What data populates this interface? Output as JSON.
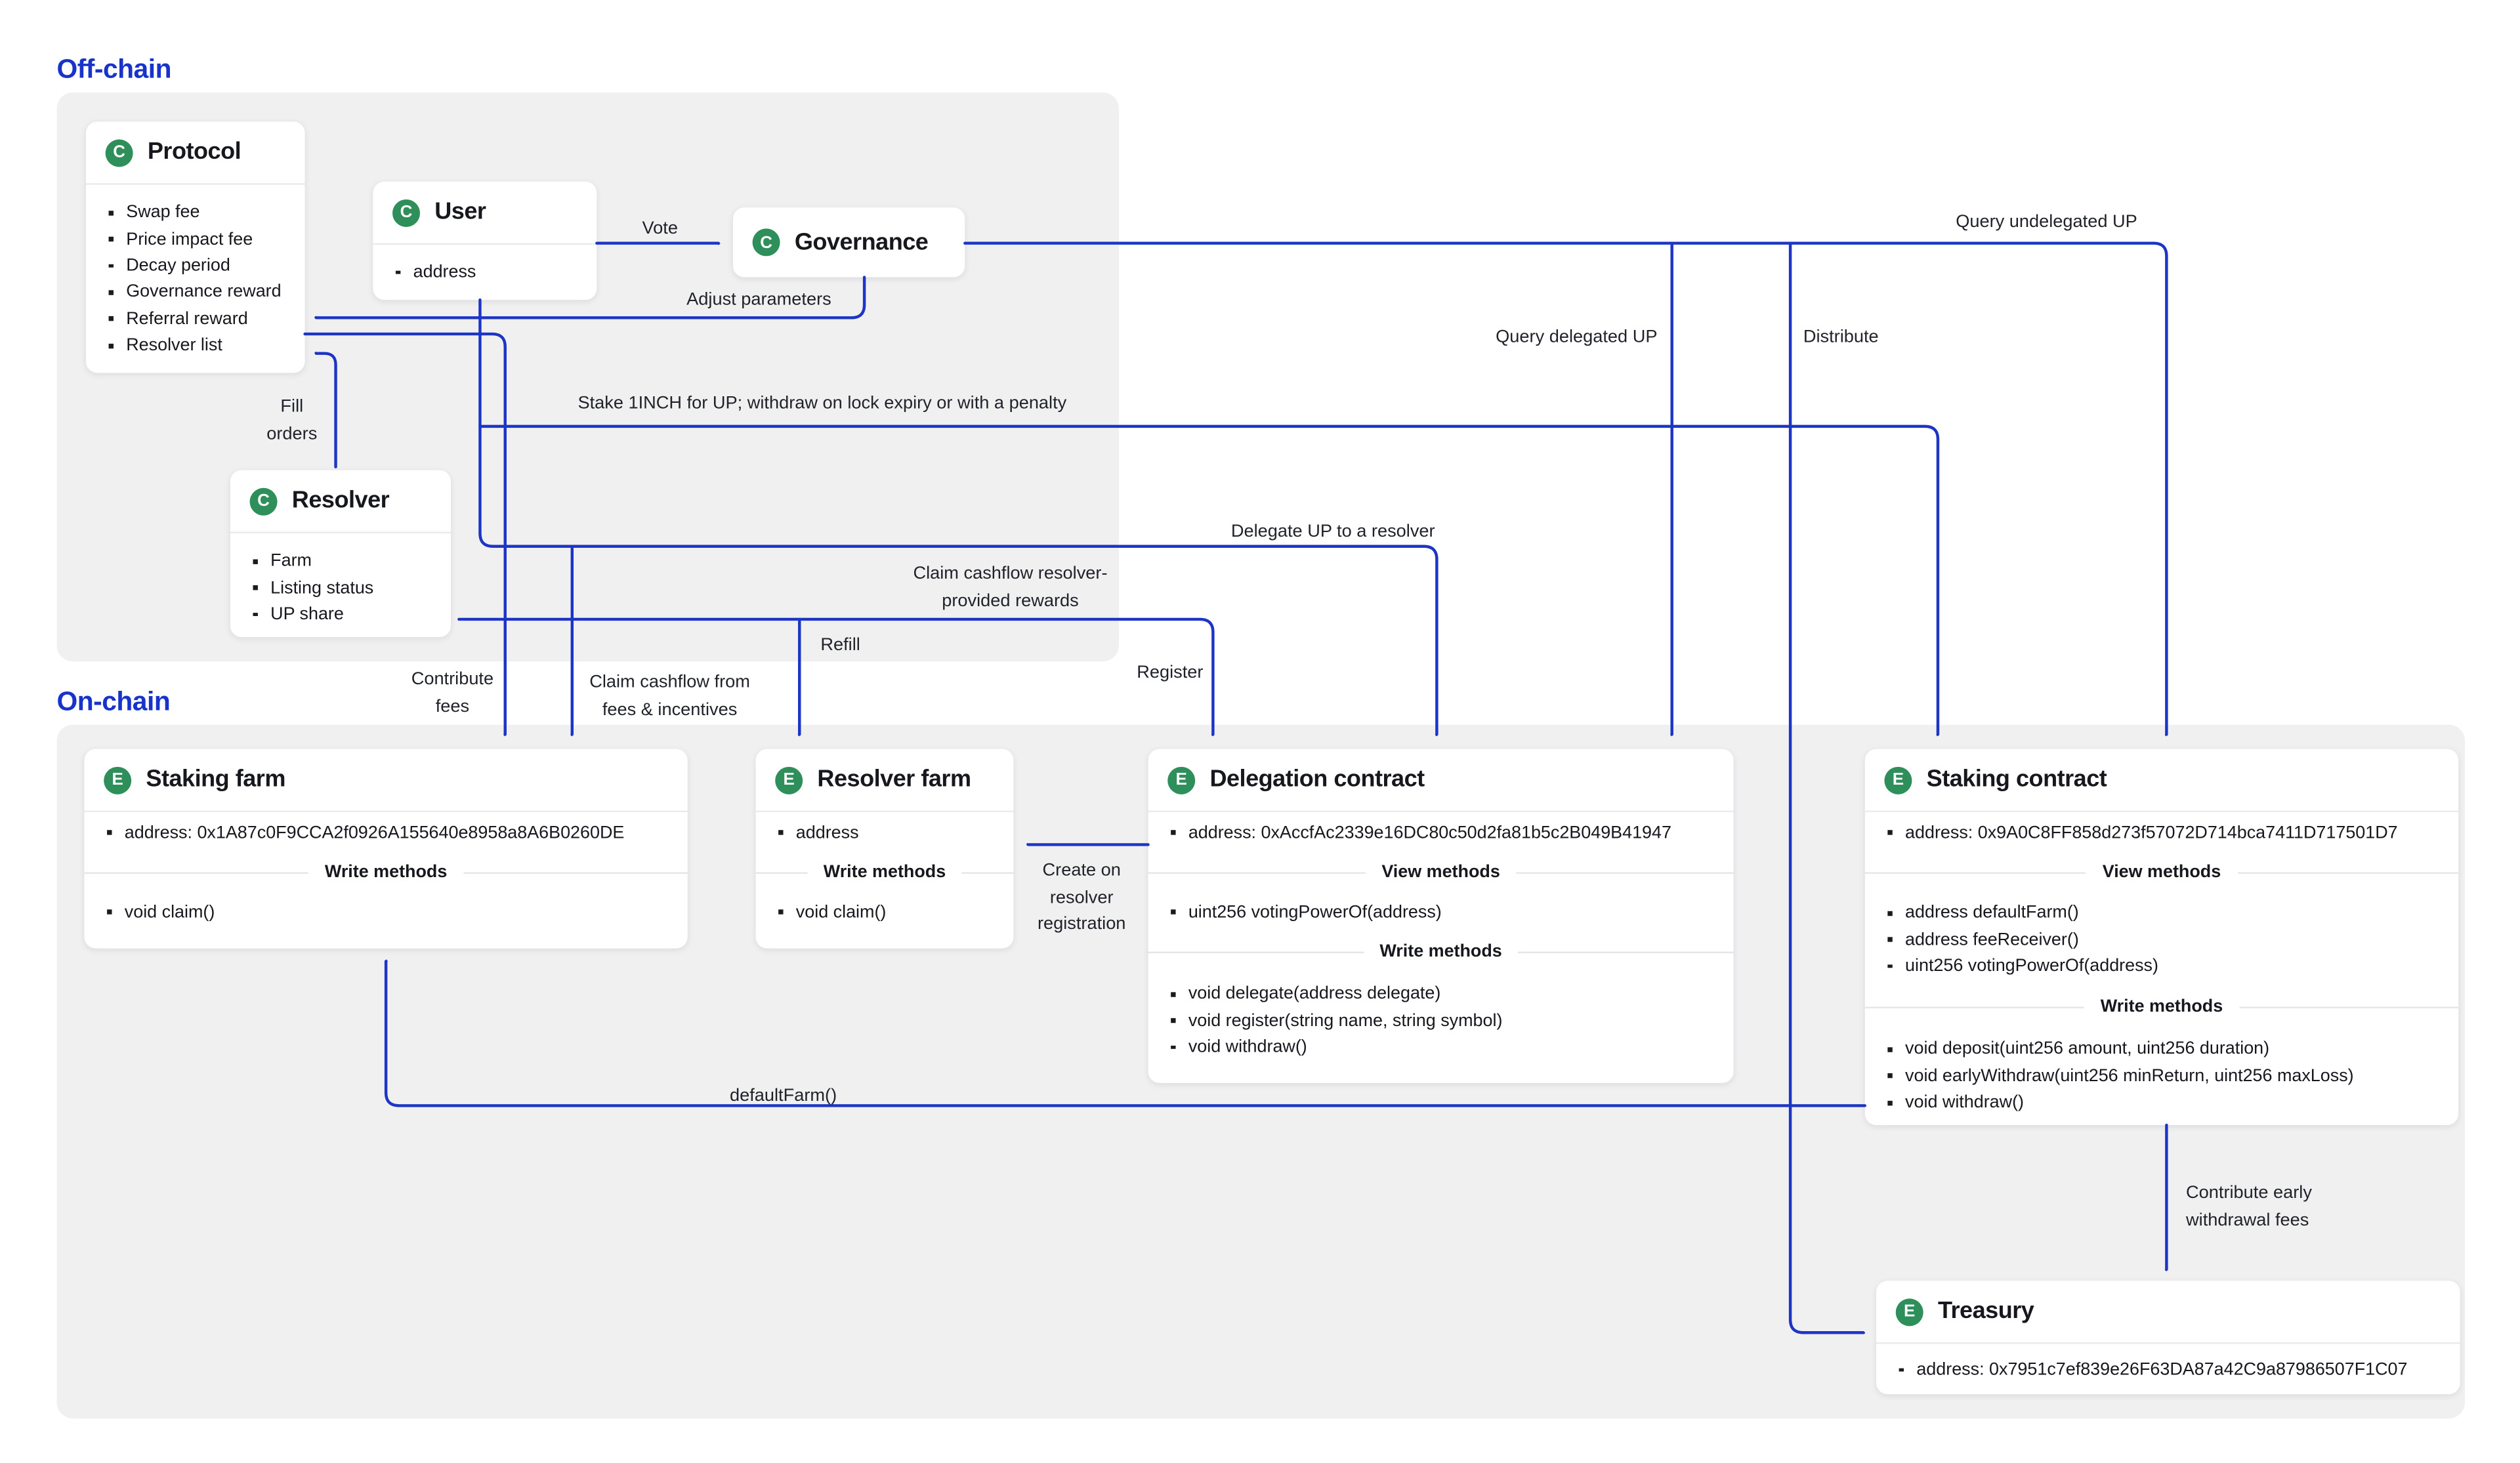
{
  "page": {
    "offchain_label": "Off-chain",
    "onchain_label": "On-chain"
  },
  "colors": {
    "accent": "#1733c9",
    "line": "#1d35c4",
    "green": "#2f8f5b",
    "panel": "#f0f0f1"
  },
  "nodes": {
    "protocol": {
      "icon": "C",
      "title": "Protocol",
      "items": [
        "Swap fee",
        "Price impact fee",
        "Decay period",
        "Governance reward",
        "Referral reward",
        "Resolver list"
      ]
    },
    "user": {
      "icon": "C",
      "title": "User",
      "items": [
        "address"
      ]
    },
    "governance": {
      "icon": "C",
      "title": "Governance"
    },
    "resolver": {
      "icon": "C",
      "title": "Resolver",
      "items": [
        "Farm",
        "Listing status",
        "UP share"
      ]
    },
    "staking_farm": {
      "icon": "E",
      "title": "Staking farm",
      "address_item": "address: 0x1A87c0F9CCA2f0926A155640e8958a8A6B0260DE",
      "write_methods_label": "Write methods",
      "write_methods": [
        "void claim()"
      ]
    },
    "resolver_farm": {
      "icon": "E",
      "title": "Resolver farm",
      "address_item": "address",
      "write_methods_label": "Write methods",
      "write_methods": [
        "void claim()"
      ]
    },
    "delegation_contract": {
      "icon": "E",
      "title": "Delegation contract",
      "address_item": "address: 0xAccfAc2339e16DC80c50d2fa81b5c2B049B41947",
      "view_methods_label": "View methods",
      "view_methods": [
        "uint256 votingPowerOf(address)"
      ],
      "write_methods_label": "Write methods",
      "write_methods": [
        "void delegate(address delegate)",
        "void register(string name, string symbol)",
        "void withdraw()"
      ]
    },
    "staking_contract": {
      "icon": "E",
      "title": "Staking contract",
      "address_item": "address: 0x9A0C8FF858d273f57072D714bca7411D717501D7",
      "view_methods_label": "View methods",
      "view_methods": [
        "address defaultFarm()",
        "address feeReceiver()",
        "uint256 votingPowerOf(address)"
      ],
      "write_methods_label": "Write methods",
      "write_methods": [
        "void deposit(uint256 amount, uint256 duration)",
        "void earlyWithdraw(uint256 minReturn, uint256 maxLoss)",
        "void withdraw()"
      ]
    },
    "treasury": {
      "icon": "E",
      "title": "Treasury",
      "address_item": "address: 0x7951c7ef839e26F63DA87a42C9a87986507F1C07"
    }
  },
  "edges": {
    "vote": "Vote",
    "adjust_parameters": "Adjust parameters",
    "query_undelegated": "Query undelegated UP",
    "query_delegated": "Query delegated UP",
    "distribute": "Distribute",
    "stake": "Stake 1INCH for UP; withdraw on lock expiry or with a penalty",
    "fill_orders": "Fill\norders",
    "delegate": "Delegate UP to a resolver",
    "claim_resolver_rewards": "Claim cashflow resolver-\nprovided rewards",
    "refill": "Refill",
    "register": "Register",
    "contribute_fees": "Contribute\nfees",
    "claim_fees": "Claim cashflow from\nfees & incentives",
    "create_on_registration": "Create on\nresolver\nregistration",
    "default_farm": "defaultFarm()",
    "contribute_early": "Contribute early\nwithdrawal fees"
  }
}
